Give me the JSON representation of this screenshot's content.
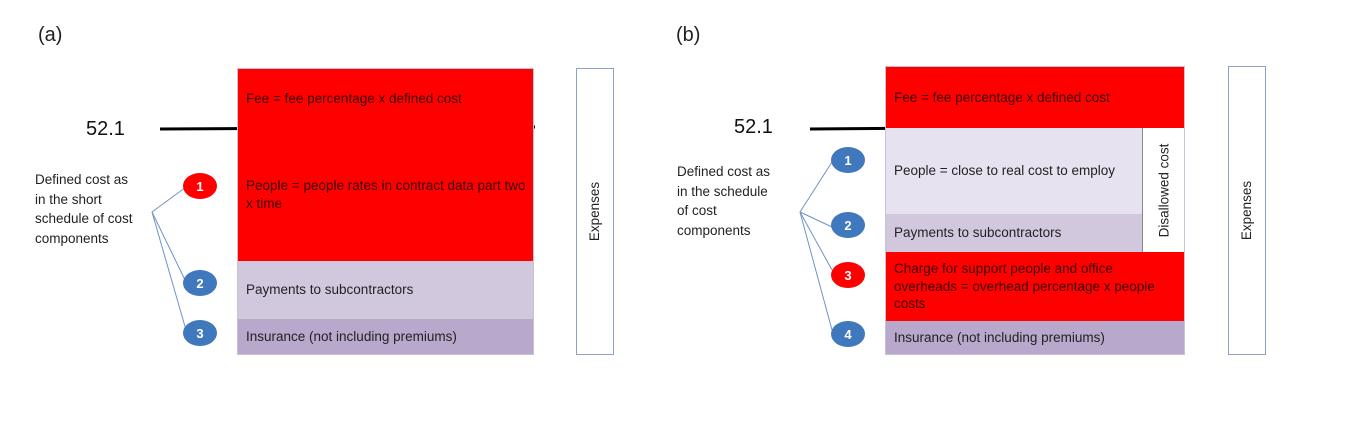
{
  "panel_a": {
    "label": "(a)",
    "ref": "52.1",
    "note": [
      "Defined cost as",
      "in the short",
      "schedule of cost",
      "components"
    ],
    "rows": [
      "Fee = fee percentage x defined cost",
      "People = people rates in contract data part two x time",
      "Payments to subcontractors",
      "Insurance (not including premiums)"
    ],
    "markers": [
      "1",
      "2",
      "3"
    ],
    "expenses": "Expenses"
  },
  "panel_b": {
    "label": "(b)",
    "ref": "52.1",
    "note": [
      "Defined cost as",
      "in the schedule",
      "of cost",
      "components"
    ],
    "rows": [
      "Fee = fee percentage x defined cost",
      "People = close to real cost to employ",
      "Payments to subcontractors",
      "Charge for support people and office overheads = overhead percentage x people costs",
      "Insurance (not including premiums)"
    ],
    "disallowed": "Disallowed cost",
    "markers": [
      "1",
      "2",
      "3",
      "4"
    ],
    "expenses": "Expenses"
  },
  "colors": {
    "red": "#ff0000",
    "lavender_light": "#e7e2ef",
    "lavender_mid": "#d2c8de",
    "lavender_dark": "#b7a8cc",
    "marker_blue": "#3f78bd"
  }
}
